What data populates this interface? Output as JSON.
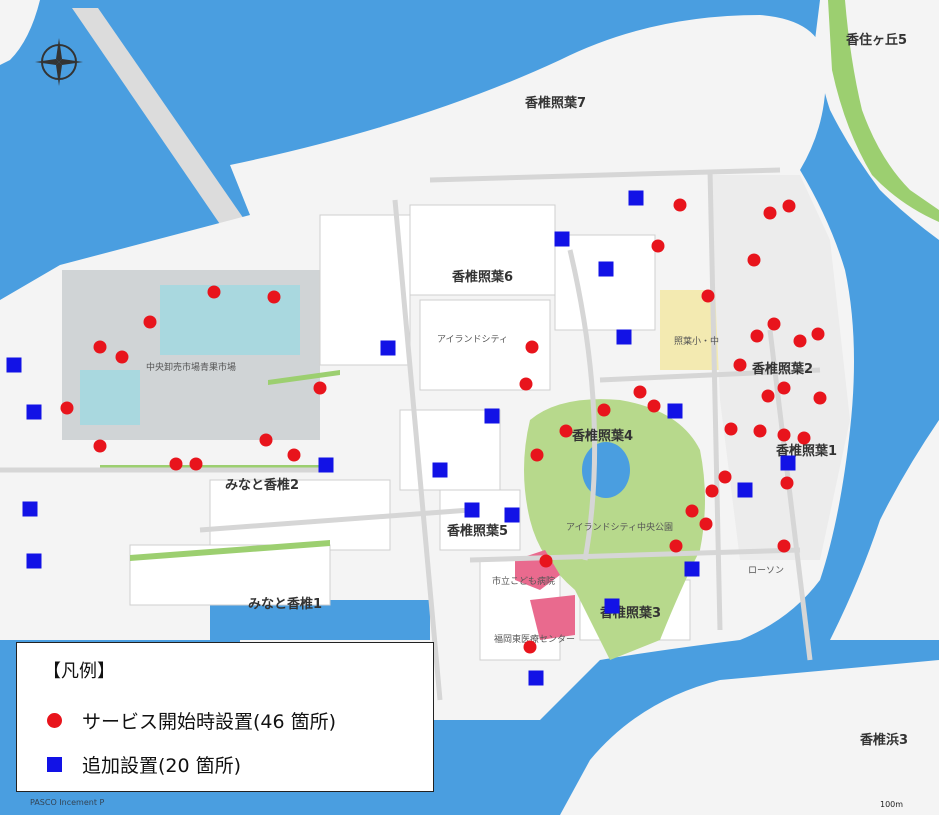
{
  "colors": {
    "water": "#4a9ee0",
    "land": "#f4f4f4",
    "block": "#ffffff",
    "road": "#dcdcdc",
    "park": "#b7d98c",
    "green_strip": "#9ccf70",
    "market": "#d0d4d6",
    "market_inner": "#a9d8df",
    "commercial": "#f3eab1",
    "hospital": "#e96a8e",
    "initial_marker": "#e8141c",
    "added_marker": "#1212e6"
  },
  "labels": {
    "kashii_teriha_7": "香椎照葉7",
    "kashii_teriha_6": "香椎照葉6",
    "kashii_teriha_5": "香椎照葉5",
    "kashii_teriha_4": "香椎照葉4",
    "kashii_teriha_3": "香椎照葉3",
    "kashii_teriha_2": "香椎照葉2",
    "kashii_teriha_1": "香椎照葉1",
    "minato_kashii_2": "みなと香椎2",
    "minato_kashii_1": "みなと香椎1",
    "kasumigaoka_5": "香住ヶ丘5",
    "kashiihama_3": "香椎浜3",
    "island_city": "アイランドシティ",
    "market": "中央卸売市場青果市場",
    "park": "アイランドシティ中央公園",
    "childrens_hospital": "市立こども病院",
    "hospital": "福岡東医療センター",
    "teriha_kanon": "照葉小・中",
    "lawson": "ローソン"
  },
  "legend": {
    "title": "【凡例】",
    "initial": "サービス開始時設置(46 箇所)",
    "added": "追加設置(20 箇所)"
  },
  "attribution": "PASCO Incement P",
  "scale_label": "100m",
  "markers": {
    "initial": [
      [
        680,
        205
      ],
      [
        770,
        213
      ],
      [
        789,
        206
      ],
      [
        658,
        246
      ],
      [
        754,
        260
      ],
      [
        708,
        296
      ],
      [
        774,
        324
      ],
      [
        757,
        336
      ],
      [
        818,
        334
      ],
      [
        800,
        341
      ],
      [
        740,
        365
      ],
      [
        784,
        388
      ],
      [
        768,
        396
      ],
      [
        820,
        398
      ],
      [
        640,
        392
      ],
      [
        654,
        406
      ],
      [
        604,
        410
      ],
      [
        532,
        347
      ],
      [
        526,
        384
      ],
      [
        566,
        431
      ],
      [
        537,
        455
      ],
      [
        731,
        429
      ],
      [
        760,
        431
      ],
      [
        784,
        435
      ],
      [
        804,
        438
      ],
      [
        725,
        477
      ],
      [
        712,
        491
      ],
      [
        787,
        483
      ],
      [
        692,
        511
      ],
      [
        706,
        524
      ],
      [
        676,
        546
      ],
      [
        784,
        546
      ],
      [
        546,
        561
      ],
      [
        530,
        647
      ],
      [
        214,
        292
      ],
      [
        274,
        297
      ],
      [
        150,
        322
      ],
      [
        100,
        347
      ],
      [
        122,
        357
      ],
      [
        67,
        408
      ],
      [
        100,
        446
      ],
      [
        176,
        464
      ],
      [
        196,
        464
      ],
      [
        266,
        440
      ],
      [
        294,
        455
      ],
      [
        320,
        388
      ]
    ],
    "added": [
      [
        636,
        198
      ],
      [
        562,
        239
      ],
      [
        606,
        269
      ],
      [
        624,
        337
      ],
      [
        388,
        348
      ],
      [
        14,
        365
      ],
      [
        34,
        412
      ],
      [
        492,
        416
      ],
      [
        675,
        411
      ],
      [
        440,
        470
      ],
      [
        326,
        465
      ],
      [
        788,
        463
      ],
      [
        745,
        490
      ],
      [
        472,
        510
      ],
      [
        512,
        515
      ],
      [
        30,
        509
      ],
      [
        34,
        561
      ],
      [
        692,
        569
      ],
      [
        612,
        606
      ],
      [
        536,
        678
      ]
    ]
  }
}
